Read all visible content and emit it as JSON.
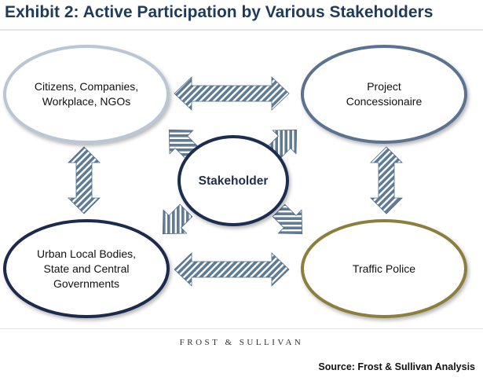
{
  "title": "Exhibit 2: Active Participation by Various Stakeholders",
  "nodes": {
    "center": "Stakeholder",
    "top_left_line1": "Citizens, Companies,",
    "top_left_line2": "Workplace, NGOs",
    "top_right_line1": "Project",
    "top_right_line2": "Concessionaire",
    "bottom_left_line1": "Urban Local Bodies,",
    "bottom_left_line2": "State and Central",
    "bottom_left_line3": "Governments",
    "bottom_right": "Traffic Police"
  },
  "colors": {
    "title": "#1f3b5b",
    "top_left_outline": "#b9c6d3",
    "top_right_outline": "#5b7291",
    "bottom_left_outline": "#1c2c4e",
    "bottom_right_outline": "#8c7f3e",
    "center_outline": "#1f2d4f",
    "arrow": "#4d6b88"
  },
  "footer": {
    "brand": "FROST & SULLIVAN",
    "source": "Source: Frost & Sullivan Analysis"
  }
}
